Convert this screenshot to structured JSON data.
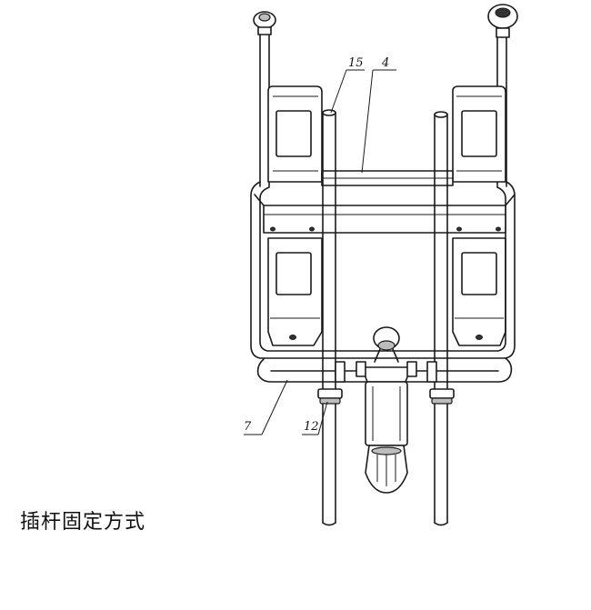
{
  "caption": "插杆固定方式",
  "labels": {
    "l15": "15",
    "l4": "4",
    "l7": "7",
    "l12": "12"
  }
}
